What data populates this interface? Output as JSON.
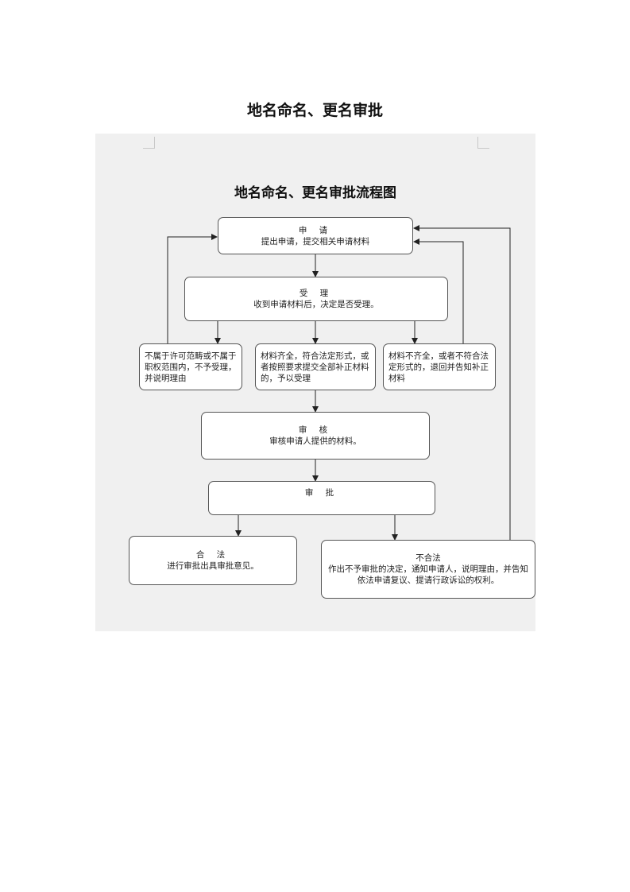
{
  "page": {
    "title": "地名命名、更名审批"
  },
  "diagram": {
    "title": "地名命名、更名审批流程图",
    "nodes": {
      "apply": {
        "heading": "申 请",
        "text": "提出申请，提交相关申请材料"
      },
      "accept": {
        "heading": "受 理",
        "text": "收到申请材料后，决定是否受理。"
      },
      "reject": {
        "text": "不属于许可范畴或不属于职权范围内，不予受理，并说明理由"
      },
      "complete": {
        "text": "材料齐全，符合法定形式，或者按照要求提交全部补正材料的，予以受理"
      },
      "supplement": {
        "text": "材料不齐全，或者不符合法定形式的，退回并告知补正材料"
      },
      "review": {
        "heading": "审 核",
        "text": "审核申请人提供的材料。"
      },
      "approve": {
        "heading": "审 批"
      },
      "legal": {
        "heading": "合 法",
        "text": "进行审批出具审批意见。"
      },
      "illegal": {
        "heading": "不合法",
        "text": "作出不予审批的决定，通知申请人，说明理由，并告知依法申请复议、提请行政诉讼的权利。"
      }
    }
  }
}
